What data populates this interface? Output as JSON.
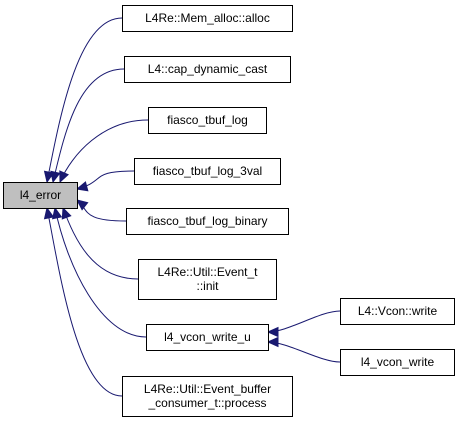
{
  "root": {
    "id": "l4_error",
    "lines": [
      "l4_error"
    ]
  },
  "nodes": [
    {
      "id": "mem_alloc",
      "lines": [
        "L4Re::Mem_alloc::alloc"
      ]
    },
    {
      "id": "cap_dynamic_cast",
      "lines": [
        "L4::cap_dynamic_cast"
      ]
    },
    {
      "id": "fiasco_tbuf_log",
      "lines": [
        "fiasco_tbuf_log"
      ]
    },
    {
      "id": "fiasco_tbuf_log_3val",
      "lines": [
        "fiasco_tbuf_log_3val"
      ]
    },
    {
      "id": "fiasco_tbuf_log_binary",
      "lines": [
        "fiasco_tbuf_log_binary"
      ]
    },
    {
      "id": "event_init",
      "lines": [
        "L4Re::Util::Event_t",
        "::init"
      ]
    },
    {
      "id": "vcon_write_u",
      "lines": [
        "l4_vcon_write_u"
      ]
    },
    {
      "id": "event_buffer_process",
      "lines": [
        "L4Re::Util::Event_buffer",
        "_consumer_t::process"
      ]
    },
    {
      "id": "vcon_write_cpp",
      "lines": [
        "L4::Vcon::write"
      ]
    },
    {
      "id": "vcon_write_c",
      "lines": [
        "l4_vcon_write"
      ]
    }
  ],
  "edges": [
    {
      "from": "mem_alloc",
      "to": "l4_error"
    },
    {
      "from": "cap_dynamic_cast",
      "to": "l4_error"
    },
    {
      "from": "fiasco_tbuf_log",
      "to": "l4_error"
    },
    {
      "from": "fiasco_tbuf_log_3val",
      "to": "l4_error"
    },
    {
      "from": "fiasco_tbuf_log_binary",
      "to": "l4_error"
    },
    {
      "from": "event_init",
      "to": "l4_error"
    },
    {
      "from": "vcon_write_u",
      "to": "l4_error"
    },
    {
      "from": "event_buffer_process",
      "to": "l4_error"
    },
    {
      "from": "vcon_write_cpp",
      "to": "vcon_write_u"
    },
    {
      "from": "vcon_write_c",
      "to": "vcon_write_u"
    }
  ],
  "colors": {
    "edge": "#191970",
    "root_fill": "#bfbfbf",
    "node_fill": "#ffffff",
    "border": "#000000"
  }
}
